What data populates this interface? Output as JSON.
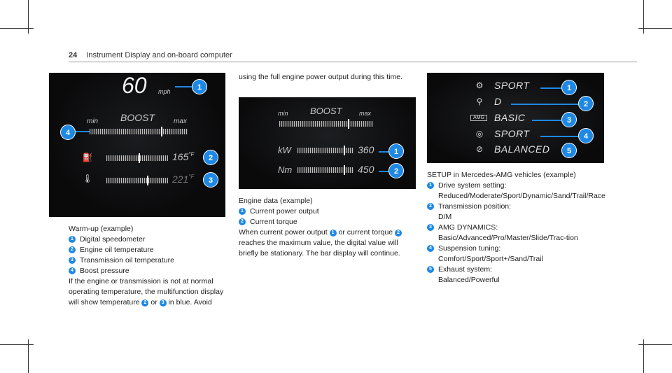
{
  "header": {
    "page_number": "24",
    "title": "Instrument Display and on-board computer"
  },
  "panel1": {
    "speed": "60",
    "speed_unit": "mph",
    "boost_label": "BOOST",
    "min_label": "min",
    "max_label": "max",
    "oil_temp": "165",
    "oil_unit": "°F",
    "trans_temp": "221",
    "trans_unit": "°F",
    "callouts": [
      "1",
      "2",
      "3",
      "4"
    ],
    "icons": {
      "oil": "engine-oil-icon",
      "trans": "transmission-temp-icon"
    }
  },
  "panel2": {
    "boost_label": "BOOST",
    "min_label": "min",
    "max_label": "max",
    "kw_label": "kW",
    "kw_value": "360",
    "nm_label": "Nm",
    "nm_value": "450",
    "callouts": [
      "1",
      "2"
    ]
  },
  "panel3": {
    "rows": [
      {
        "icon": "drive-program-icon",
        "value": "SPORT",
        "num": "1"
      },
      {
        "icon": "transmission-icon",
        "value": "D",
        "num": "2"
      },
      {
        "icon": "amg-dynamics-icon",
        "value": "BASIC",
        "num": "3"
      },
      {
        "icon": "suspension-icon",
        "value": "SPORT",
        "num": "4"
      },
      {
        "icon": "exhaust-icon",
        "value": "BALANCED",
        "num": "5"
      }
    ]
  },
  "col1": {
    "caption": "Warm-up (example)",
    "items": [
      {
        "num": "1",
        "text": "Digital speedometer"
      },
      {
        "num": "2",
        "text": "Engine oil temperature"
      },
      {
        "num": "3",
        "text": "Transmission oil temperature"
      },
      {
        "num": "4",
        "text": "Boost pressure"
      }
    ],
    "para_a": "If the engine or transmission is not at normal operating temperature, the multifunction display will show temperature",
    "para_n2": "2",
    "para_or": "or",
    "para_n3": "3",
    "para_b": "in blue. Avoid"
  },
  "col2": {
    "intro": "using the full engine power output during this time.",
    "caption": "Engine data (example)",
    "items": [
      {
        "num": "1",
        "text": "Current power output"
      },
      {
        "num": "2",
        "text": "Current torque"
      }
    ],
    "para_a": "When current power output",
    "para_n1": "1",
    "para_b": "or current torque",
    "para_n2": "2",
    "para_c": "reaches the maximum value, the digital value will briefly be stationary. The bar display will continue."
  },
  "col3": {
    "caption": "SETUP in Mercedes-AMG vehicles (example)",
    "items": [
      {
        "num": "1",
        "title": "Drive system setting:",
        "value": "Reduced/Moderate/Sport/Dynamic/Sand/Trail/Race"
      },
      {
        "num": "2",
        "title": "Transmission position:",
        "value": "D/M"
      },
      {
        "num": "3",
        "title": "AMG DYNAMICS:",
        "value": "Basic/Advanced/Pro/Master/Slide/Trac-tion"
      },
      {
        "num": "4",
        "title": "Suspension tuning:",
        "value": "Comfort/Sport/Sport+/Sand/Trail"
      },
      {
        "num": "5",
        "title": "Exhaust system:",
        "value": "Balanced/Powerful"
      }
    ]
  }
}
